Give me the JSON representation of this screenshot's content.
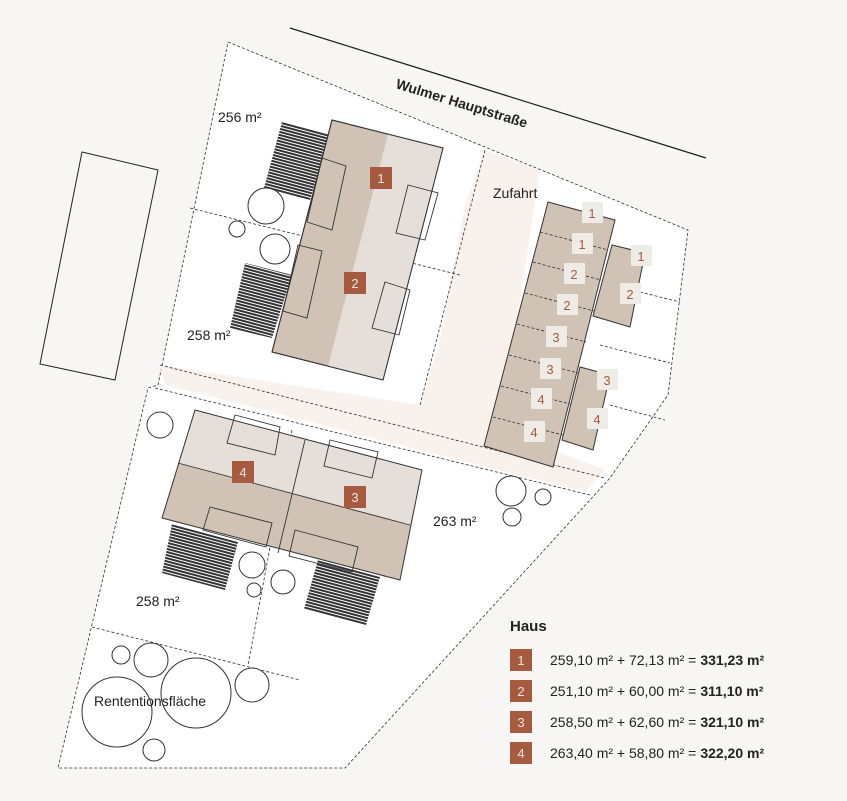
{
  "street": "Wulmer Hauptstraße",
  "access_label": "Zufahrt",
  "retention_label": "Rententionsfläche",
  "plot_areas": [
    "256 m²",
    "258 m²",
    "263 m²",
    "258 m²"
  ],
  "houses": [
    "1",
    "2",
    "3",
    "4"
  ],
  "row_labels": [
    "1",
    "1",
    "2",
    "2",
    "3",
    "3",
    "4",
    "4"
  ],
  "carport_labels": [
    "1",
    "2",
    "3",
    "4"
  ],
  "colors": {
    "accent": "#a65a40",
    "building_dark": "#d1c2b6",
    "building_light": "#e6dfd9",
    "access": "#f9f1ec"
  },
  "legend": {
    "title": "Haus",
    "items": [
      {
        "id": "1",
        "a": "259,10 m² + 72,13 m² =",
        "total": "331,23 m²"
      },
      {
        "id": "2",
        "a": "251,10 m² + 60,00 m² =",
        "total": "311,10 m²"
      },
      {
        "id": "3",
        "a": "258,50 m² + 62,60 m² =",
        "total": "321,10 m²"
      },
      {
        "id": "4",
        "a": "263,40 m² + 58,80 m² =",
        "total": "322,20 m²"
      }
    ]
  }
}
